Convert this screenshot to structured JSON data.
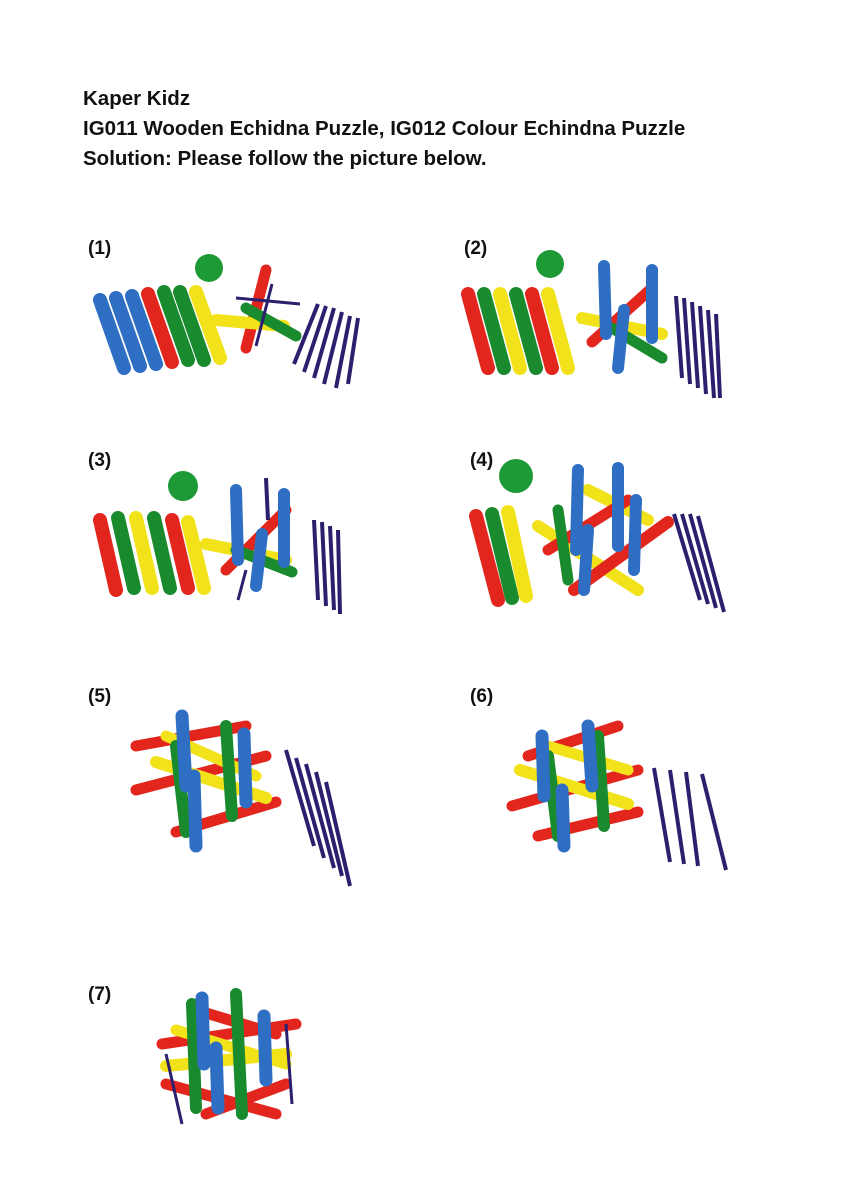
{
  "header": {
    "company": "Kaper Kidz",
    "products": "IG011 Wooden Echidna Puzzle, IG012 Colour Echindna Puzzle",
    "instruction": "Solution: Please follow the picture below."
  },
  "steps": [
    {
      "label": "(1)"
    },
    {
      "label": "(2)"
    },
    {
      "label": "(3)"
    },
    {
      "label": "(4)"
    },
    {
      "label": "(5)"
    },
    {
      "label": "(6)"
    },
    {
      "label": "(7)"
    }
  ],
  "colors": {
    "red": "#e3261d",
    "green": "#1a8a2e",
    "yellow": "#f2e21a",
    "blue": "#2e6fc4",
    "purple": "#2b1f6e",
    "ball": "#1d9a35"
  }
}
